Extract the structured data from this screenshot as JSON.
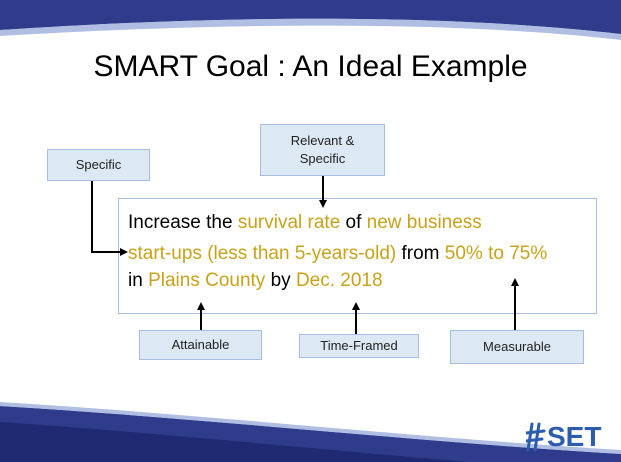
{
  "title": "SMART Goal : An Ideal Example",
  "labels": {
    "specific": "Specific",
    "relevant_line1": "Relevant &",
    "relevant_line2": "Specific",
    "attainable": "Attainable",
    "time_framed": "Time-Framed",
    "measurable": "Measurable"
  },
  "goal": {
    "line1": [
      {
        "text": "Increase the ",
        "highlight": false
      },
      {
        "text": "survival rate",
        "highlight": true
      },
      {
        "text": " of ",
        "highlight": false
      },
      {
        "text": "new business",
        "highlight": true
      }
    ],
    "line2": [
      {
        "text": "start-ups (less than 5-years-old)",
        "highlight": true
      },
      {
        "text": " from ",
        "highlight": false
      },
      {
        "text": "50% to 75%",
        "highlight": true
      }
    ],
    "line3": [
      {
        "text": "in ",
        "highlight": false
      },
      {
        "text": "Plains County",
        "highlight": true
      },
      {
        "text": " by ",
        "highlight": false
      },
      {
        "text": "Dec. 2018",
        "highlight": true
      }
    ]
  },
  "logo": {
    "text": "SET",
    "icon": "set-logo-icon"
  },
  "colors": {
    "highlight": "#c8a21a",
    "band": "#2f3c8c",
    "label_fill": "#dde8f5",
    "label_border": "#a7bfdc",
    "logo": "#2b5cb0"
  }
}
